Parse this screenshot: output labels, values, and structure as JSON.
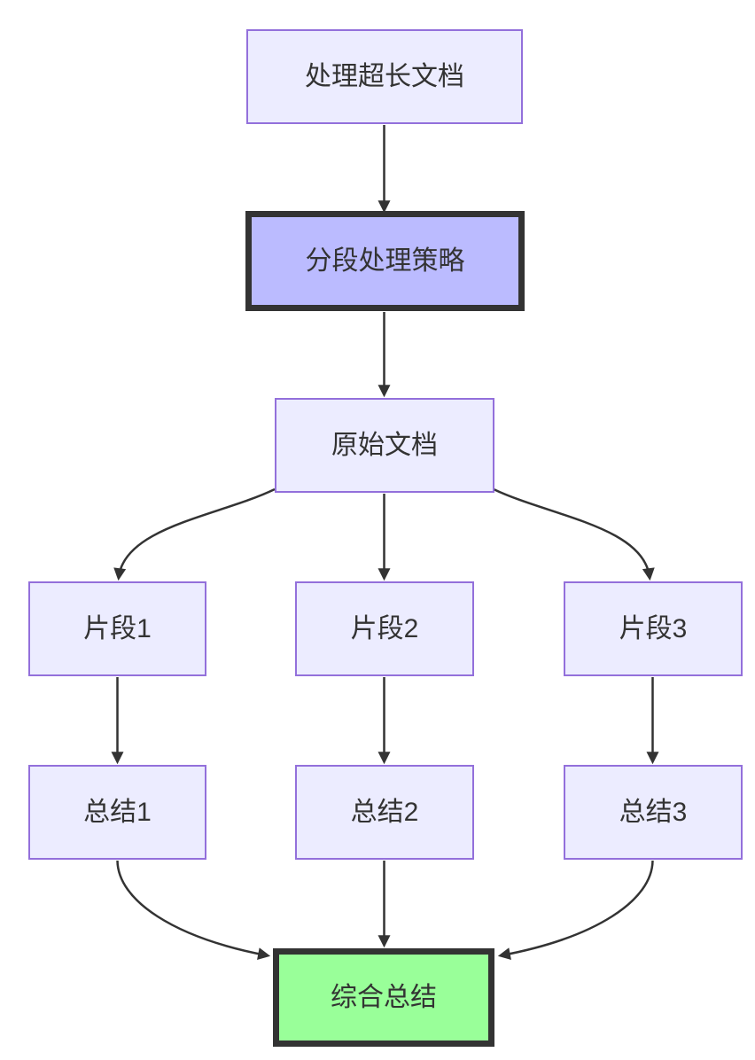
{
  "diagram": {
    "type": "flowchart",
    "direction": "top-down",
    "background": "#ffffff",
    "colors": {
      "node_fill": "#ECECFF",
      "node_border": "#9370DB",
      "highlight_fill": "#BBBBFF",
      "success_fill": "#99FF99",
      "emphasis_border": "#333333",
      "edge_color": "#333333",
      "text_color": "#333333"
    },
    "nodes": [
      {
        "id": "A",
        "label": "处理超长文档",
        "style": "default"
      },
      {
        "id": "B",
        "label": "分段处理策略",
        "style": "highlight"
      },
      {
        "id": "C",
        "label": "原始文档",
        "style": "default"
      },
      {
        "id": "D1",
        "label": "片段1",
        "style": "default"
      },
      {
        "id": "D2",
        "label": "片段2",
        "style": "default"
      },
      {
        "id": "D3",
        "label": "片段3",
        "style": "default"
      },
      {
        "id": "E1",
        "label": "总结1",
        "style": "default"
      },
      {
        "id": "E2",
        "label": "总结2",
        "style": "default"
      },
      {
        "id": "E3",
        "label": "总结3",
        "style": "default"
      },
      {
        "id": "F",
        "label": "综合总结",
        "style": "success"
      }
    ],
    "edges": [
      {
        "from": "处理超长文档",
        "to": "分段处理策略"
      },
      {
        "from": "分段处理策略",
        "to": "原始文档"
      },
      {
        "from": "原始文档",
        "to": "片段1"
      },
      {
        "from": "原始文档",
        "to": "片段2"
      },
      {
        "from": "原始文档",
        "to": "片段3"
      },
      {
        "from": "片段1",
        "to": "总结1"
      },
      {
        "from": "片段2",
        "to": "总结2"
      },
      {
        "from": "片段3",
        "to": "总结3"
      },
      {
        "from": "总结1",
        "to": "综合总结"
      },
      {
        "from": "总结2",
        "to": "综合总结"
      },
      {
        "from": "总结3",
        "to": "综合总结"
      }
    ]
  }
}
